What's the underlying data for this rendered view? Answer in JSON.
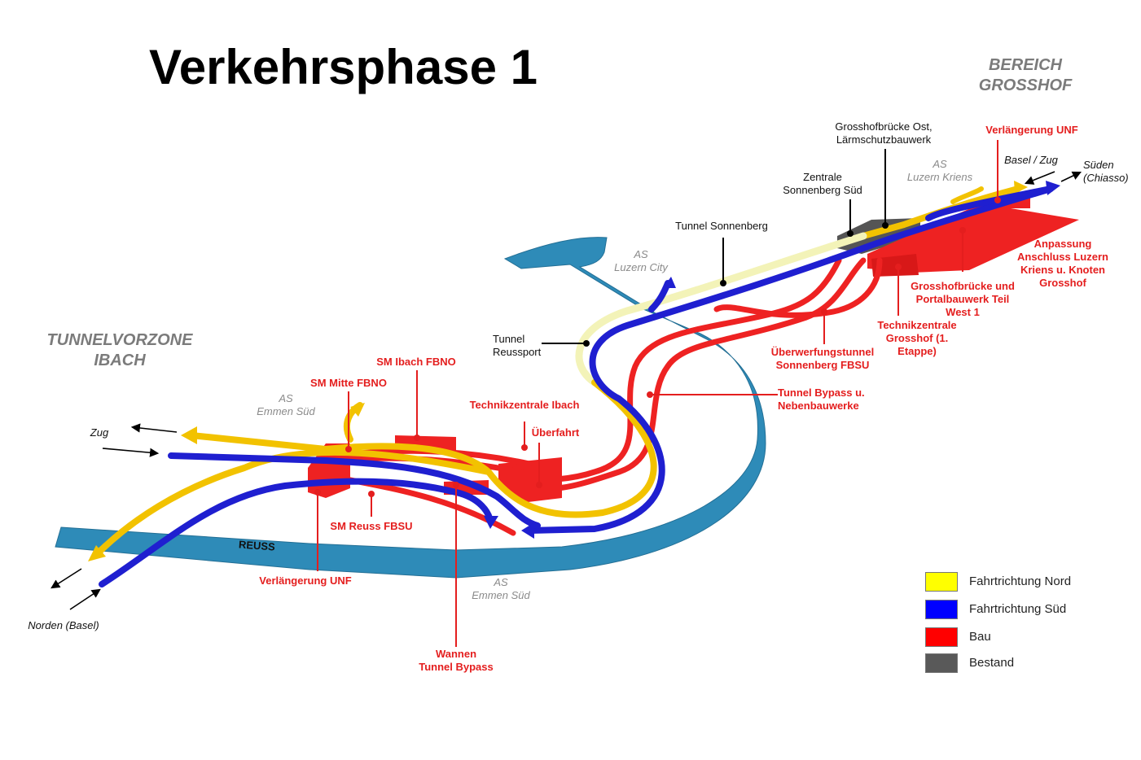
{
  "title": "Verkehrsphase 1",
  "zones": {
    "left": "TUNNELVORZONE\nIBACH",
    "right": "BEREICH\nGROSSHOF"
  },
  "labels": {
    "grosshofbruecke_ost": "Grosshofbrücke Ost,\nLärmschutzbauwerk",
    "zentrale_sonnenberg": "Zentrale\nSonnenberg Süd",
    "tunnel_sonnenberg": "Tunnel Sonnenberg",
    "tunnel_reussport": "Tunnel\nReussport",
    "verlaengerung_unf_top": "Verlängerung UNF",
    "anpassung": "Anpassung\nAnschluss Luzern\nKriens u. Knoten\nGrosshof",
    "grosshofbruecke_portal": "Grosshofbrücke und\nPortalbauwerk Teil\nWest 1",
    "technikzentrale_grosshof": "Technikzentrale\nGrosshof (1.\nEtappe)",
    "ueberwerfungstunnel": "Überwerfungstunnel\nSonnenberg FBSU",
    "tunnel_bypass": "Tunnel Bypass u.\nNebenbauwerke",
    "sm_ibach": "SM Ibach FBNO",
    "sm_mitte": "SM Mitte FBNO",
    "technikzentrale_ibach": "Technikzentrale Ibach",
    "ueberfahrt": "Überfahrt",
    "sm_reuss": "SM Reuss FBSU",
    "verlaengerung_unf_bottom": "Verlängerung UNF",
    "wannen": "Wannen\nTunnel Bypass",
    "as_emmen_sued_top": "AS\nEmmen Süd",
    "as_emmen_sued_bottom": "AS\nEmmen Süd",
    "as_luzern_city": "AS\nLuzern City",
    "as_luzern_kriens": "AS\nLuzern Kriens",
    "zug": "Zug",
    "norden": "Norden (Basel)",
    "basel_zug": "Basel / Zug",
    "sueden": "Süden\n(Chiasso)",
    "reuss": "REUSS"
  },
  "legend": [
    {
      "label": "Fahrtrichtung Nord",
      "color": "#ffff00"
    },
    {
      "label": "Fahrtrichtung Süd",
      "color": "#0000ff"
    },
    {
      "label": "Bau",
      "color": "#ff0000"
    },
    {
      "label": "Bestand",
      "color": "#595959"
    }
  ],
  "colors": {
    "river": "#2e8bb8",
    "north": "#f2c200",
    "north_tunnel": "#f3f3b8",
    "south": "#1f1fd0",
    "construction": "#ee2222",
    "existing": "#555555"
  }
}
